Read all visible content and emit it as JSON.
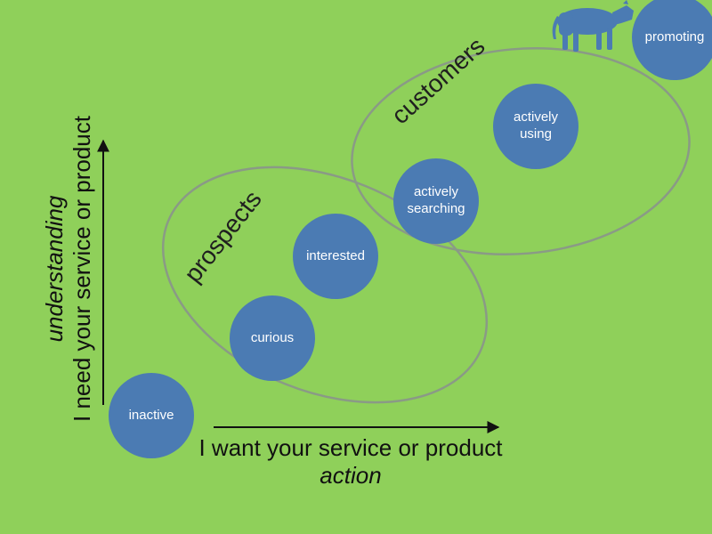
{
  "colors": {
    "background": "#8fd05a",
    "node_fill": "#4b7bb3",
    "ellipse_stroke": "#8a9a86",
    "axis": "#111111"
  },
  "groups": {
    "prospects": "prospects",
    "customers": "customers"
  },
  "stages": [
    {
      "id": "inactive",
      "label": "inactive"
    },
    {
      "id": "curious",
      "label": "curious"
    },
    {
      "id": "interested",
      "label": "interested"
    },
    {
      "id": "actively-searching",
      "label": "actively\nsearching"
    },
    {
      "id": "actively-using",
      "label": "actively\nusing"
    },
    {
      "id": "promoting",
      "label": "promoting"
    }
  ],
  "axes": {
    "x": {
      "label": "I want your service or product",
      "emphasis": "action"
    },
    "y": {
      "label": "I need your service or product",
      "emphasis": "understanding"
    }
  },
  "mascot": {
    "icon": "cow-icon"
  }
}
